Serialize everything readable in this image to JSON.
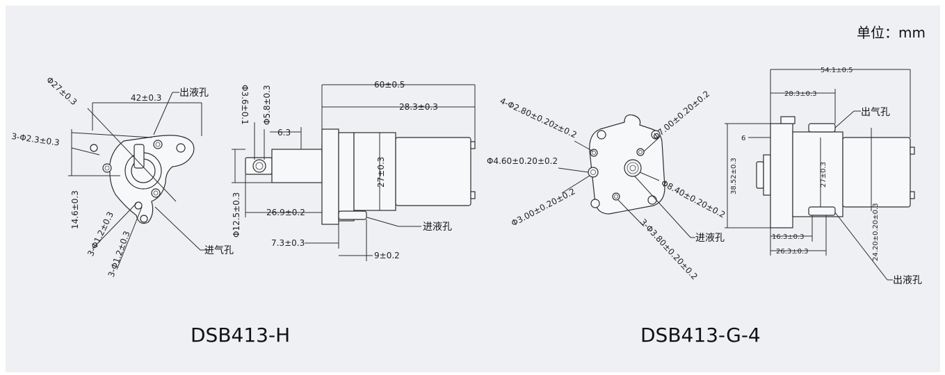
{
  "unit_label": "单位：mm",
  "left_model": {
    "name": "DSB413-H",
    "front_view": {
      "dim_width": "42±0.3",
      "dim_diameter": "Φ27±0.3",
      "dim_mount_holes": "3-Φ2.3±0.3",
      "dim_height": "14.6±0.3",
      "dim_small_hole_a": "3-Φ1.2±0.3",
      "dim_small_hole_b": "3-Φ1.2±0.3",
      "label_outlet": "出液孔",
      "label_air_inlet": "进气孔"
    },
    "side_view": {
      "dim_total_length": "60±0.5",
      "dim_motor_length": "28.3±0.3",
      "dim_motor_dia": "27±0.3",
      "dim_hole_inner": "Φ3.6±0.1",
      "dim_hole_outer": "Φ5.8±0.3",
      "dim_nozzle": "6.3",
      "dim_body_dia": "Φ12.5±0.3",
      "dim_body_length": "26.9±0.2",
      "dim_flange": "7.3±0.3",
      "dim_inlet_length": "9±0.2",
      "label_inlet": "进液孔"
    }
  },
  "right_model": {
    "name": "DSB413-G-4",
    "front_view": {
      "dim_mount_holes": "4-Φ2.80±0.20z±0.2",
      "dim_port_a": "Φ4.60±0.20±0.2",
      "dim_port_b": "Φ3.00±0.20±0.2",
      "dim_screws": "3-Φ3.80±0.20±0.2",
      "dim_center_a": "Φ7.00±0.20±0.2",
      "dim_center_b": "Φ8.40±0.20±0.2",
      "label_inlet": "进液孔"
    },
    "side_view": {
      "dim_total_length": "54.1±0.5",
      "dim_motor_length": "28.3±0.3",
      "dim_height": "38.52±0.3",
      "dim_motor_dia": "27±0.3",
      "dim_offset": "6",
      "dim_port_spacing": "24.20±0.20±0.3",
      "dim_a": "16.3±0.3",
      "dim_b": "26.3±0.3",
      "label_air_outlet": "出气孔",
      "label_outlet": "出液孔"
    }
  }
}
